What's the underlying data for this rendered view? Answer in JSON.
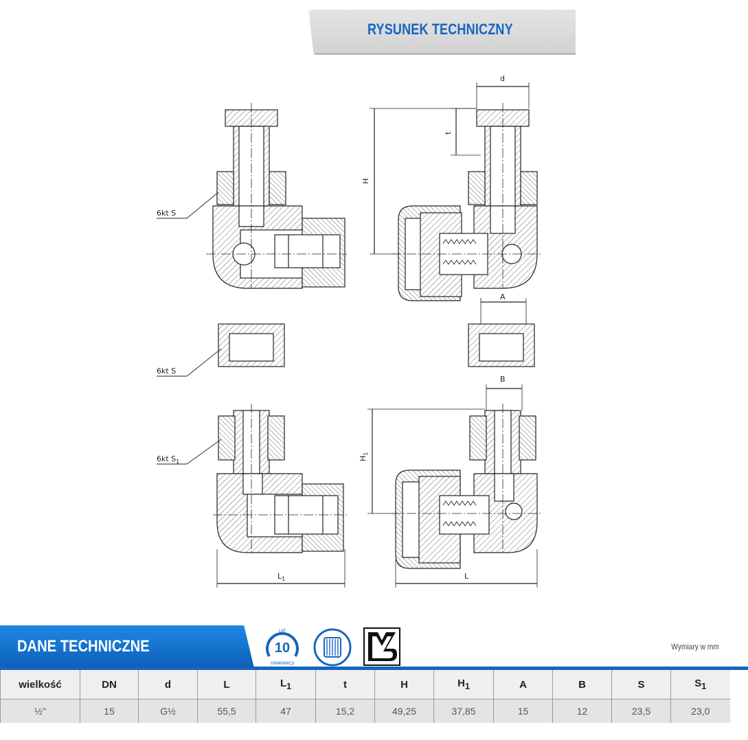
{
  "header": {
    "title": "RYSUNEK TECHNICZNY"
  },
  "drawing": {
    "labels": {
      "hex_s_1": "6kt S",
      "hex_s_2": "6kt S",
      "hex_s1_main": "6kt S",
      "hex_s1_sub": "1",
      "d": "d",
      "t": "t",
      "H": "H",
      "A": "A",
      "B": "B",
      "H1_main": "H",
      "H1_sub": "1",
      "L1_main": "L",
      "L1_sub": "1",
      "L": "L"
    }
  },
  "section": {
    "title": "DANE TECHNICZNE",
    "units_note": "Wymiary w mm",
    "warranty_badge": {
      "top": "LAT",
      "number": "10",
      "bottom": "GWARANCJI"
    },
    "icons": [
      "warranty-badge-icon",
      "radiator-icon",
      "brand-logo-icon"
    ]
  },
  "table": {
    "headers": [
      {
        "main": "wielkość",
        "sub": ""
      },
      {
        "main": "DN",
        "sub": ""
      },
      {
        "main": "d",
        "sub": ""
      },
      {
        "main": "L",
        "sub": ""
      },
      {
        "main": "L",
        "sub": "1"
      },
      {
        "main": "t",
        "sub": ""
      },
      {
        "main": "H",
        "sub": ""
      },
      {
        "main": "H",
        "sub": "1"
      },
      {
        "main": "A",
        "sub": ""
      },
      {
        "main": "B",
        "sub": ""
      },
      {
        "main": "S",
        "sub": ""
      },
      {
        "main": "S",
        "sub": "1"
      }
    ],
    "rows": [
      [
        "½\"",
        "15",
        "G½",
        "55,5",
        "47",
        "15,2",
        "49,25",
        "37,85",
        "15",
        "12",
        "23,5",
        "23,0"
      ]
    ]
  },
  "colors": {
    "accent_blue": "#1565c0",
    "banner_gray": "#d9d9d9",
    "hatch": "#555555"
  }
}
